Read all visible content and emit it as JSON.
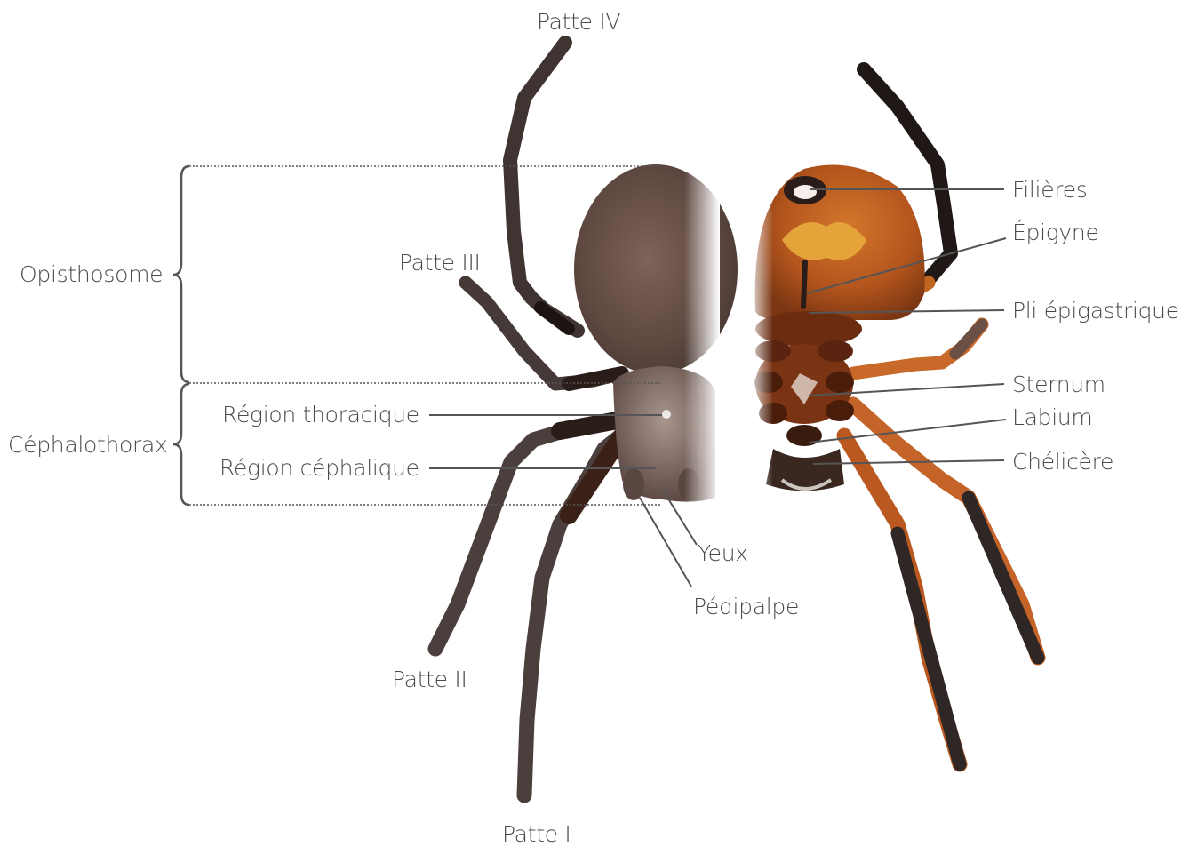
{
  "diagram": {
    "legs": {
      "leg_1": "Patte I",
      "leg_2": "Patte II",
      "leg_3": "Patte III",
      "leg_4": "Patte IV"
    },
    "body_sections": {
      "opisthosoma": "Opisthosome",
      "cephalothorax": "Céphalothorax"
    },
    "dorsal_labels": {
      "thoracic_region": "Région thoracique",
      "cephalic_region": "Région céphalique",
      "eyes": "Yeux",
      "pedipalp": "Pédipalpe"
    },
    "ventral_labels": {
      "spinnerets": "Filières",
      "epigyne": "Épigyne",
      "epigastric_fold": "Pli épigastrique",
      "sternum": "Sternum",
      "labium": "Labium",
      "chelicera": "Chélicère"
    },
    "colors": {
      "label_text": "#4a4a4a",
      "leader_line": "#555555",
      "dorsal_body": "#6b5248",
      "ventral_body": "#b8581c",
      "leg_dark": "#3d3230"
    }
  }
}
